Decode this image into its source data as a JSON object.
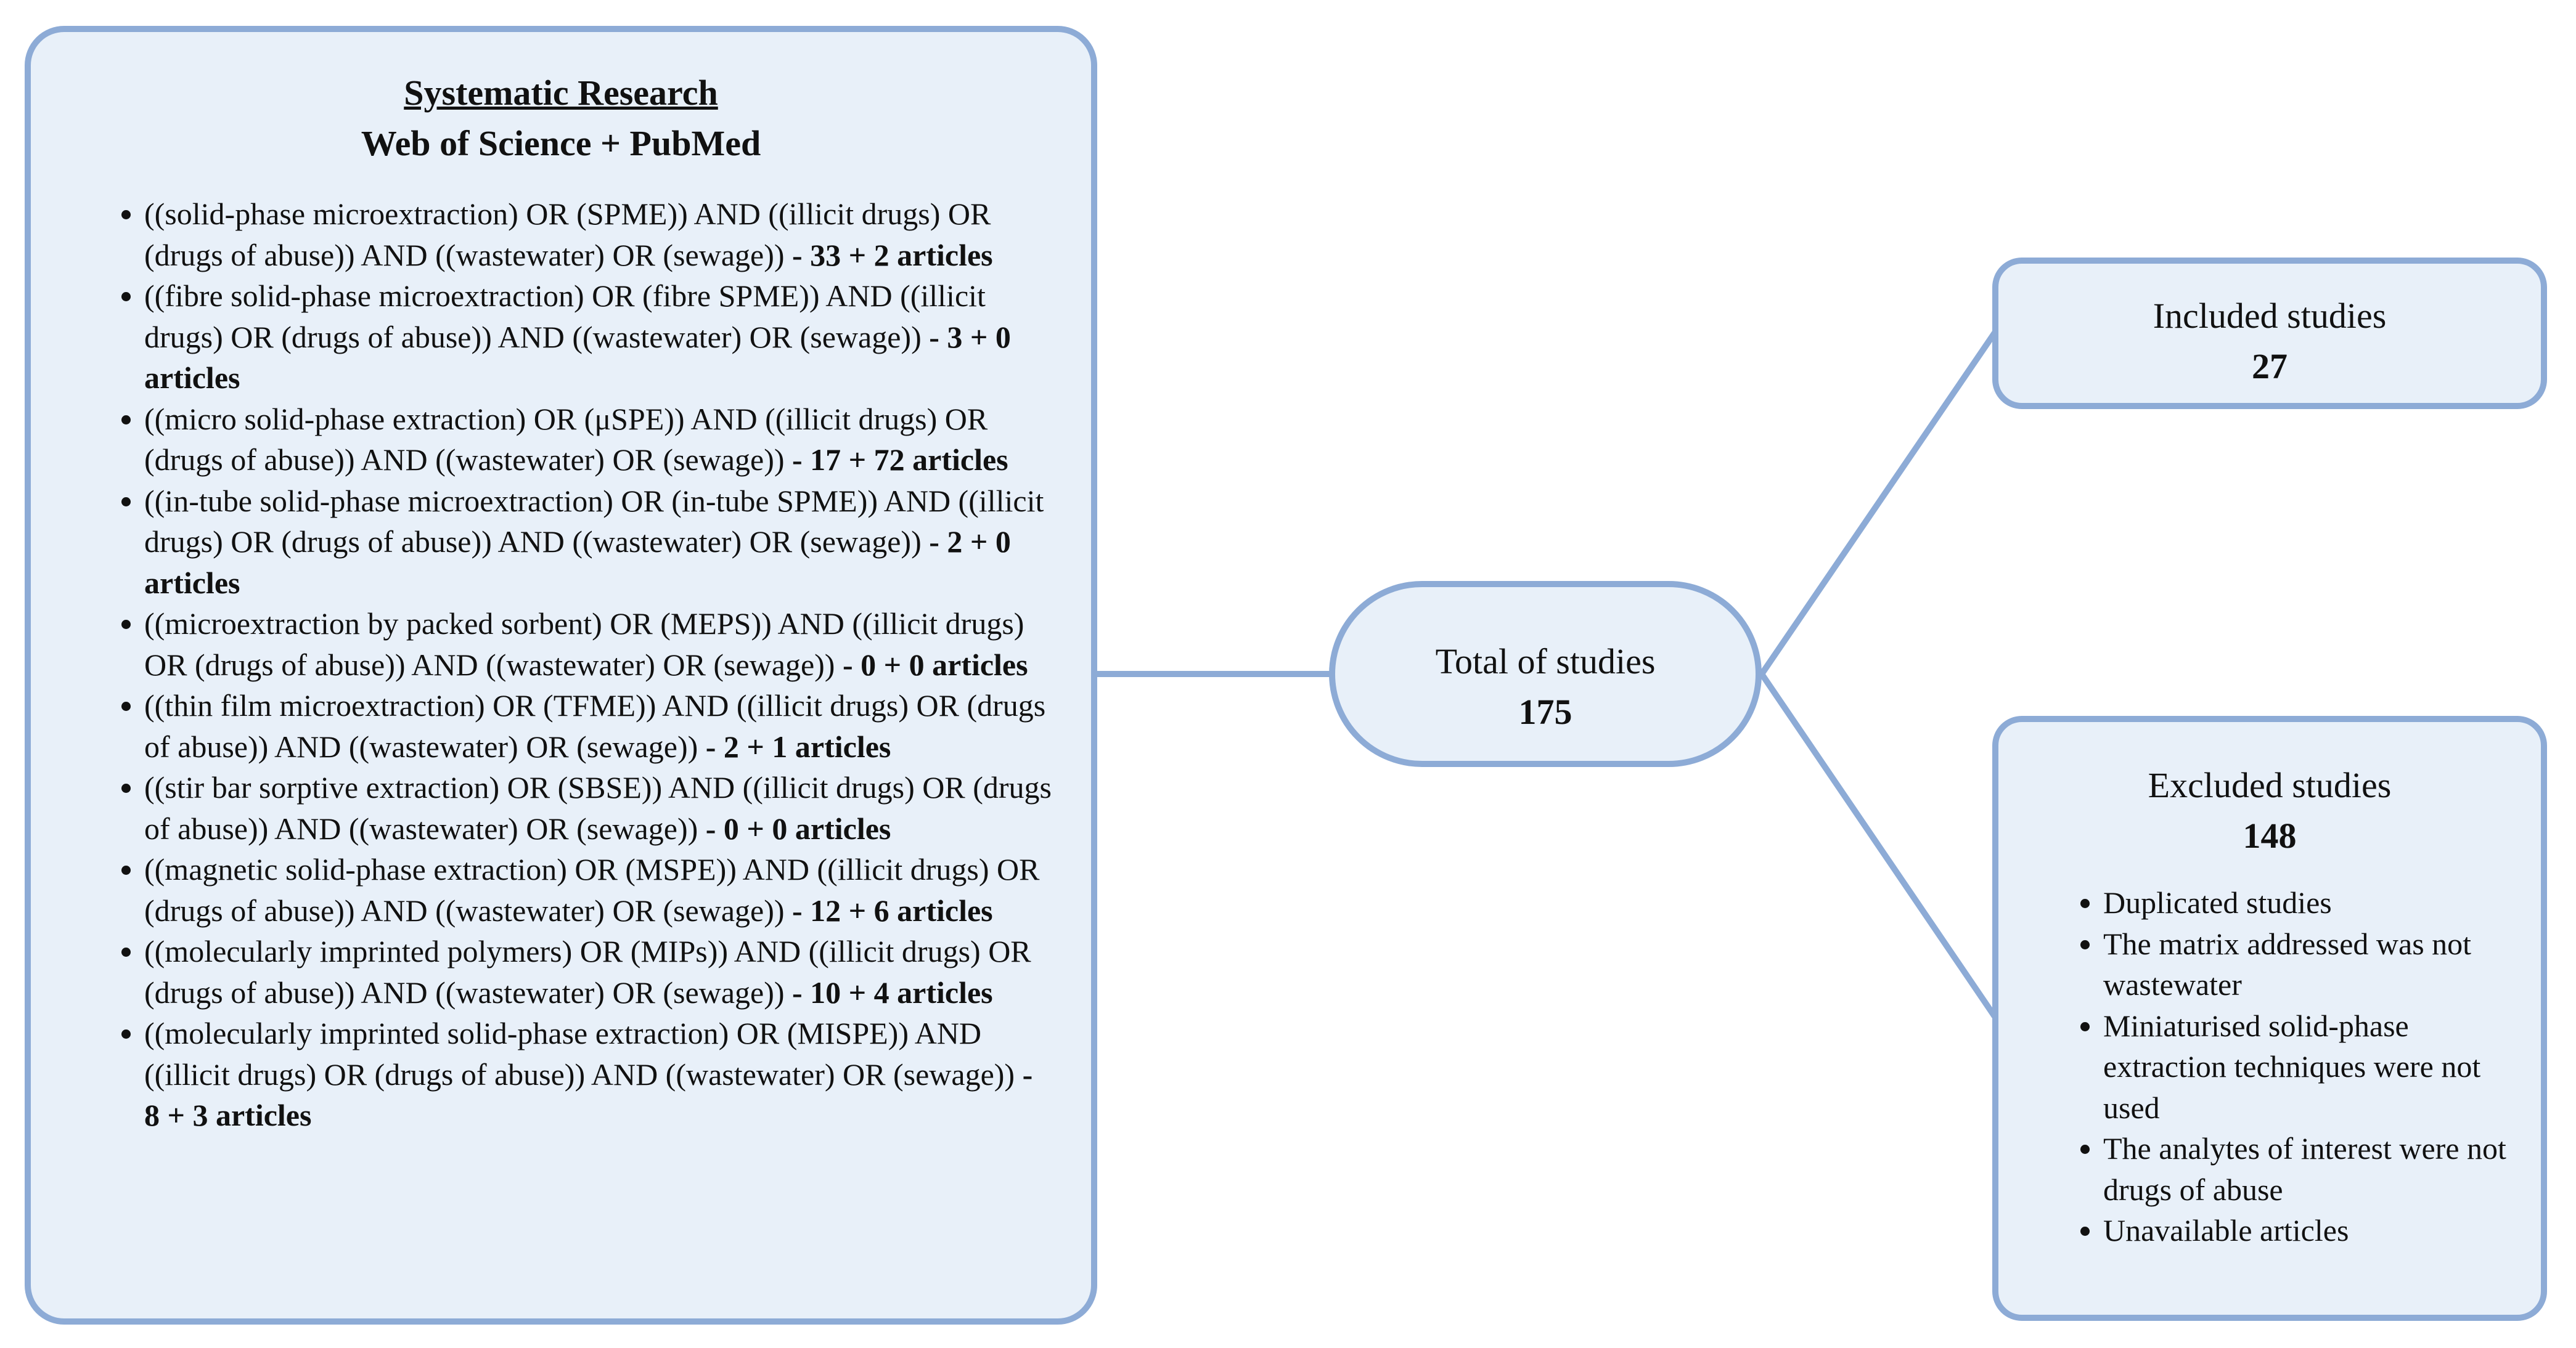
{
  "colors": {
    "box_fill": "#e8f0f9",
    "box_border": "#8dabd6",
    "connector": "#8dabd6"
  },
  "research": {
    "title": "Systematic Research",
    "subtitle": "Web of Science + PubMed",
    "queries": [
      {
        "text": "((solid-phase microextraction) OR (SPME)) AND ((illicit drugs) OR (drugs of abuse)) AND ((wastewater) OR (sewage)) ",
        "count": "- 33 + 2 articles"
      },
      {
        "text": "((fibre solid-phase microextraction) OR (fibre SPME)) AND ((illicit drugs) OR (drugs of abuse)) AND ((wastewater) OR (sewage)) ",
        "count": "- 3 + 0 articles"
      },
      {
        "text": "((micro solid-phase extraction) OR (μSPE)) AND ((illicit drugs) OR (drugs of abuse)) AND ((wastewater) OR (sewage)) ",
        "count": "- 17 + 72 articles"
      },
      {
        "text": "((in-tube solid-phase microextraction) OR (in-tube SPME)) AND ((illicit drugs) OR (drugs of abuse)) AND ((wastewater) OR (sewage)) ",
        "count": "- 2 + 0 articles"
      },
      {
        "text": "((microextraction by packed sorbent) OR (MEPS)) AND ((illicit drugs) OR (drugs of abuse)) AND ((wastewater) OR (sewage)) ",
        "count": "- 0 + 0 articles"
      },
      {
        "text": "((thin film microextraction) OR (TFME)) AND ((illicit drugs) OR (drugs of abuse)) AND ((wastewater) OR (sewage)) ",
        "count": "- 2 + 1 articles"
      },
      {
        "text": "((stir bar sorptive extraction) OR (SBSE)) AND ((illicit drugs) OR (drugs of abuse)) AND ((wastewater) OR (sewage)) ",
        "count": "- 0 + 0 articles"
      },
      {
        "text": "((magnetic solid-phase extraction) OR (MSPE)) AND ((illicit drugs) OR (drugs of abuse)) AND ((wastewater) OR (sewage)) ",
        "count": "- 12 + 6 articles"
      },
      {
        "text": "((molecularly imprinted polymers) OR (MIPs)) AND ((illicit drugs) OR (drugs of abuse)) AND ((wastewater) OR (sewage)) ",
        "count": "- 10 + 4 articles"
      },
      {
        "text": "((molecularly imprinted solid-phase extraction) OR (MISPE)) AND ((illicit drugs) OR (drugs of abuse)) AND ((wastewater) OR (sewage)) ",
        "count": "- 8 + 3 articles"
      }
    ]
  },
  "total": {
    "label": "Total of studies",
    "count": "175"
  },
  "included": {
    "label": "Included studies",
    "count": "27"
  },
  "excluded": {
    "label": "Excluded studies",
    "count": "148",
    "reasons": [
      "Duplicated studies",
      "The matrix addressed was not wastewater",
      "Miniaturised solid-phase extraction techniques were not used",
      "The analytes of interest were not drugs of abuse",
      "Unavailable articles"
    ]
  }
}
